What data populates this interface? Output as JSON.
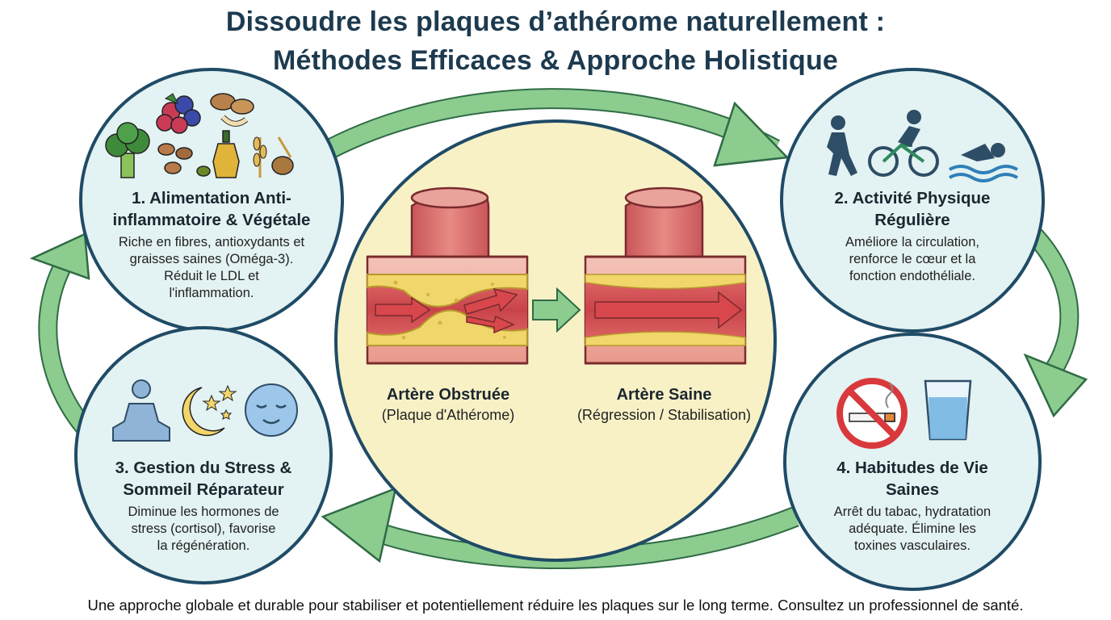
{
  "title": {
    "line1": "Dissoudre les plaques d’athérome naturellement :",
    "line2": "Méthodes Efficaces & Approche Holistique"
  },
  "center": {
    "obstructed": {
      "label": "Artère Obstruée",
      "sub": "(Plaque d'Athérome)"
    },
    "healthy": {
      "label": "Artère Saine",
      "sub": "(Régression / Stabilisation)"
    }
  },
  "methods": [
    {
      "heading_l1": "1. Alimentation Anti-",
      "heading_l2": "inflammatoire & Végétale",
      "desc_l1": "Riche en fibres, antioxydants et",
      "desc_l2": "graisses saines (Oméga-3).",
      "desc_l3": "Réduit le LDL et",
      "desc_l4": "l'inflammation."
    },
    {
      "heading_l1": "2. Activité Physique",
      "heading_l2": "Régulière",
      "desc_l1": "Améliore la circulation,",
      "desc_l2": "renforce le cœur et la",
      "desc_l3": "fonction endothéliale."
    },
    {
      "heading_l1": "3. Gestion du Stress &",
      "heading_l2": "Sommeil Réparateur",
      "desc_l1": "Diminue les hormones de",
      "desc_l2": "stress (cortisol), favorise",
      "desc_l3": "la régénération."
    },
    {
      "heading_l1": "4. Habitudes de Vie",
      "heading_l2": "Saines",
      "desc_l1": "Arrêt du tabac, hydratation",
      "desc_l2": "adéquate. Élimine les",
      "desc_l3": "toxines vasculaires."
    }
  ],
  "footer": "Une approche globale et durable pour stabiliser et potentiellement réduire les plaques sur le long terme. Consultez un professionnel de santé.",
  "colors": {
    "title": "#1d3a4f",
    "circle_border": "#1f4b66",
    "circle_fill": "#e3f2f2",
    "center_fill": "#f8f1c6",
    "arrow_green": "#7cc084",
    "artery_red": "#d9565a",
    "plaque_yellow": "#f0d66b"
  }
}
